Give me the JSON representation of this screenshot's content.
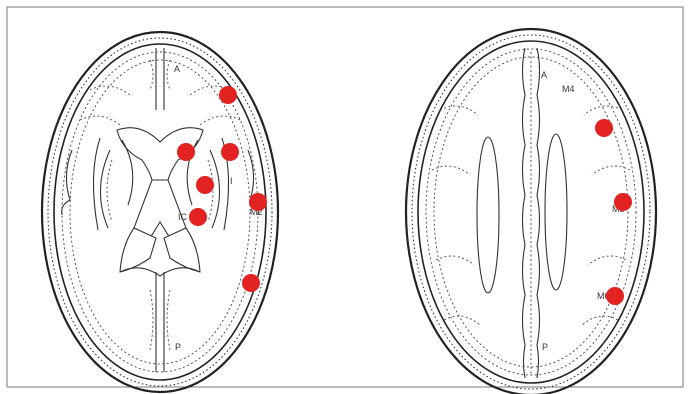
{
  "dot_color": "#e32222",
  "labels": {
    "left": {
      "anterior": "A",
      "posterior": "P",
      "insula": "I",
      "internal_capsule": "IC",
      "m2": "M2"
    },
    "right": {
      "anterior": "A",
      "posterior": "P",
      "m4": "M4",
      "m5": "M5",
      "m6": "M6"
    }
  }
}
